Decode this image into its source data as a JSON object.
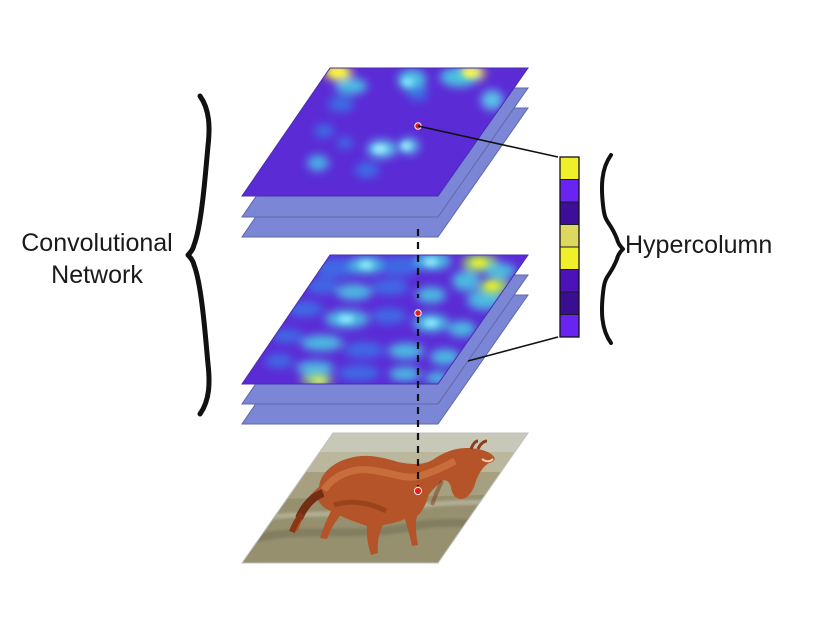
{
  "labels": {
    "left_line1": "Convolutional",
    "left_line2": "Network",
    "right": "Hypercolumn"
  },
  "colors": {
    "background": "#ffffff",
    "back_layer": "#7b87d6",
    "feature_base": "#5b2bd6",
    "feature_mid": "#3d6fe6",
    "feature_cyan": "#48c8e0",
    "feature_green": "#9de060",
    "feature_yellow": "#f2ee2a",
    "point": "#e0201e",
    "line": "#111111"
  },
  "hypercolumn": {
    "cell_colors": [
      "#f0f02a",
      "#6a24f2",
      "#3d0e9a",
      "#dcd860",
      "#f0f02a",
      "#4a12b8",
      "#3a0e92",
      "#6a24f2"
    ]
  },
  "image": {
    "subject": "horse",
    "field_colors": [
      "#c8c8b8",
      "#b8b497",
      "#a69f80",
      "#8e8866"
    ],
    "horse_colors": [
      "#a8471f",
      "#c26536",
      "#7a2f12"
    ]
  }
}
